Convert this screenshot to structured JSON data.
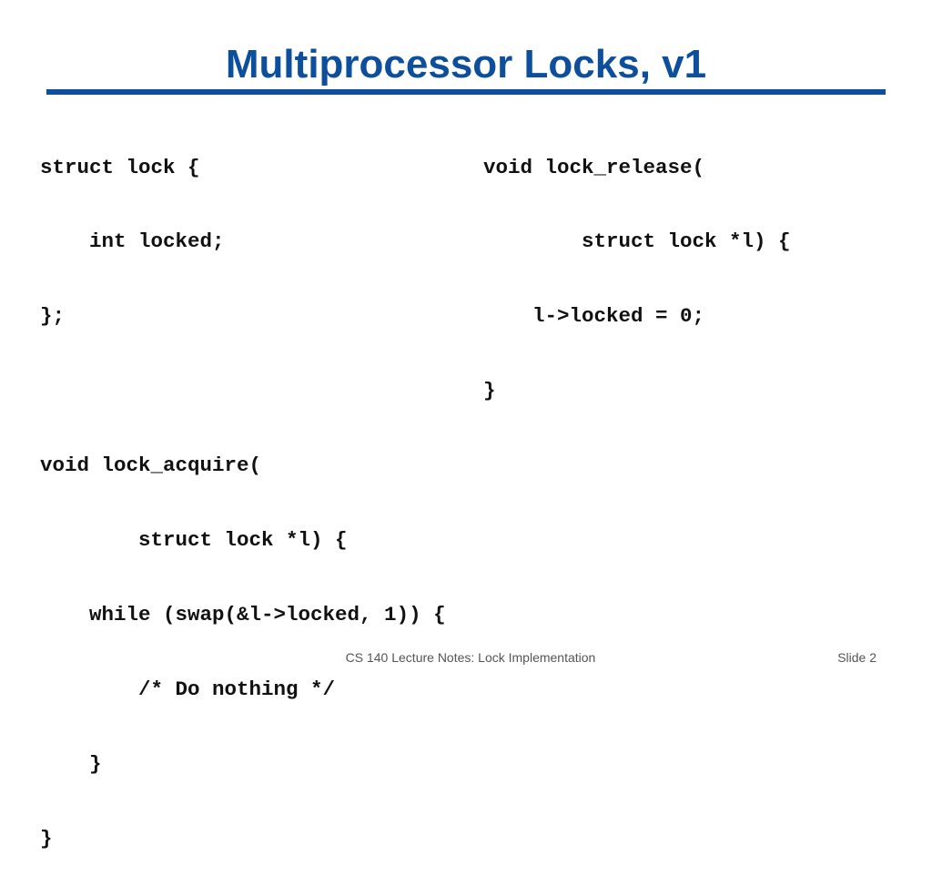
{
  "slide": {
    "title": "Multiprocessor Locks, v1",
    "code_left": [
      "struct lock {",
      "    int locked;",
      "};",
      "",
      "void lock_acquire(",
      "        struct lock *l) {",
      "    while (swap(&l->locked, 1)) {",
      "        /* Do nothing */",
      "    }",
      "}"
    ],
    "code_right": [
      "void lock_release(",
      "        struct lock *l) {",
      "    l->locked = 0;",
      "}"
    ],
    "footer_text": "CS 140 Lecture Notes: Lock Implementation",
    "slide_number": "Slide 2"
  },
  "colors": {
    "title": "#0d4f9c",
    "rule": "#0d4f9c",
    "code": "#111111",
    "footer": "#555555"
  }
}
